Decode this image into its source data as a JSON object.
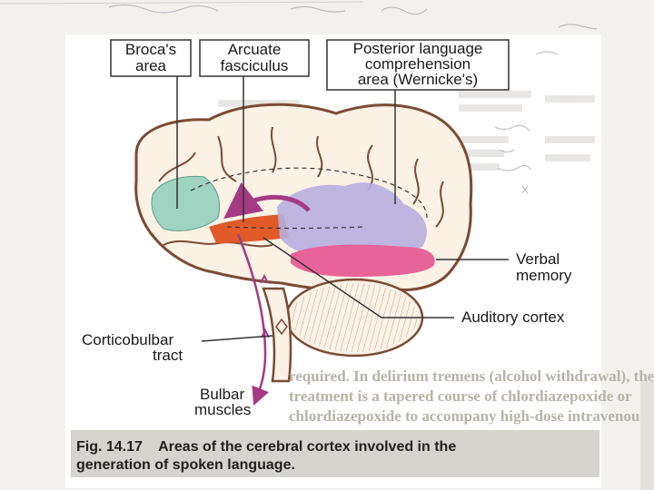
{
  "figure": {
    "callouts": {
      "brocas_area": [
        "Broca's",
        "area"
      ],
      "arcuate_fasciculus": [
        "Arcuate",
        "fasciculus"
      ],
      "wernickes": [
        "Posterior language",
        "comprehension",
        "area (Wernicke's)"
      ],
      "verbal_memory": [
        "Verbal",
        "memory"
      ],
      "auditory_cortex": "Auditory cortex",
      "corticobulbar_tract": [
        "Corticobulbar",
        "tract"
      ],
      "bulbar_muscles": [
        "Bulbar",
        "muscles"
      ]
    },
    "caption": {
      "line1": "Fig. 14.17    Areas of the cerebral cortex involved in the",
      "line2": "generation of spoken language."
    }
  },
  "page_background_text": [
    "required. In delirium tremens (alcohol withdrawal), the",
    "treatment is a tapered course of chlordiazepoxide or",
    "chlordiazepoxide to accompany high-dose intravenous"
  ],
  "colors": {
    "brain_fill": "#fbf1e5",
    "brain_outline": "#7a4b34",
    "broca": "#9fd3c2",
    "arcuate": "#e25a2a",
    "wernicke": "#b7aee0",
    "verbal_memory": "#e8639a",
    "pathway_arrow": "#a53a84",
    "caption_band": "#d6d4cf"
  }
}
